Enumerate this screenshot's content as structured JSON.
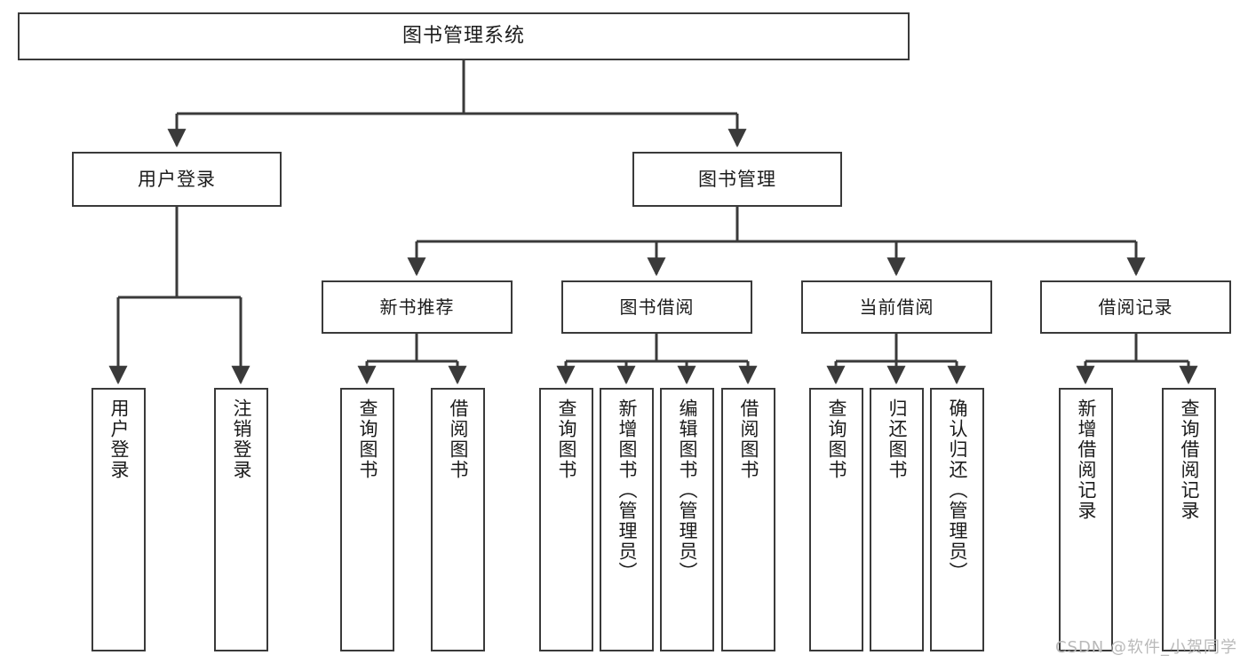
{
  "diagram": {
    "title": "图书管理系统",
    "type": "tree-hierarchy",
    "watermark": "CSDN @软件_小贺同学",
    "colors": {
      "box_border": "#3a3a3a",
      "box_fill": "#ffffff",
      "connector": "#3a3a3a",
      "text": "#1b1b1b",
      "watermark": "#b9b9b9",
      "background": "#ffffff"
    },
    "nodes": {
      "root": {
        "label": "图书管理系统"
      },
      "level1": [
        {
          "label": "用户登录"
        },
        {
          "label": "图书管理"
        }
      ],
      "level2": [
        {
          "label": "新书推荐"
        },
        {
          "label": "图书借阅"
        },
        {
          "label": "当前借阅"
        },
        {
          "label": "借阅记录"
        }
      ],
      "leaves": {
        "user_login": [
          {
            "label": "用户登录"
          },
          {
            "label": "注销登录"
          }
        ],
        "new_book_recommend": [
          {
            "label": "查询图书"
          },
          {
            "label": "借阅图书"
          }
        ],
        "book_borrow": [
          {
            "label": "查询图书"
          },
          {
            "label": "新增图书（管理员）"
          },
          {
            "label": "编辑图书（管理员）"
          },
          {
            "label": "借阅图书"
          }
        ],
        "current_borrow": [
          {
            "label": "查询图书"
          },
          {
            "label": "归还图书"
          },
          {
            "label": "确认归还（管理员）"
          }
        ],
        "borrow_record": [
          {
            "label": "新增借阅记录"
          },
          {
            "label": "查询借阅记录"
          }
        ]
      }
    }
  }
}
